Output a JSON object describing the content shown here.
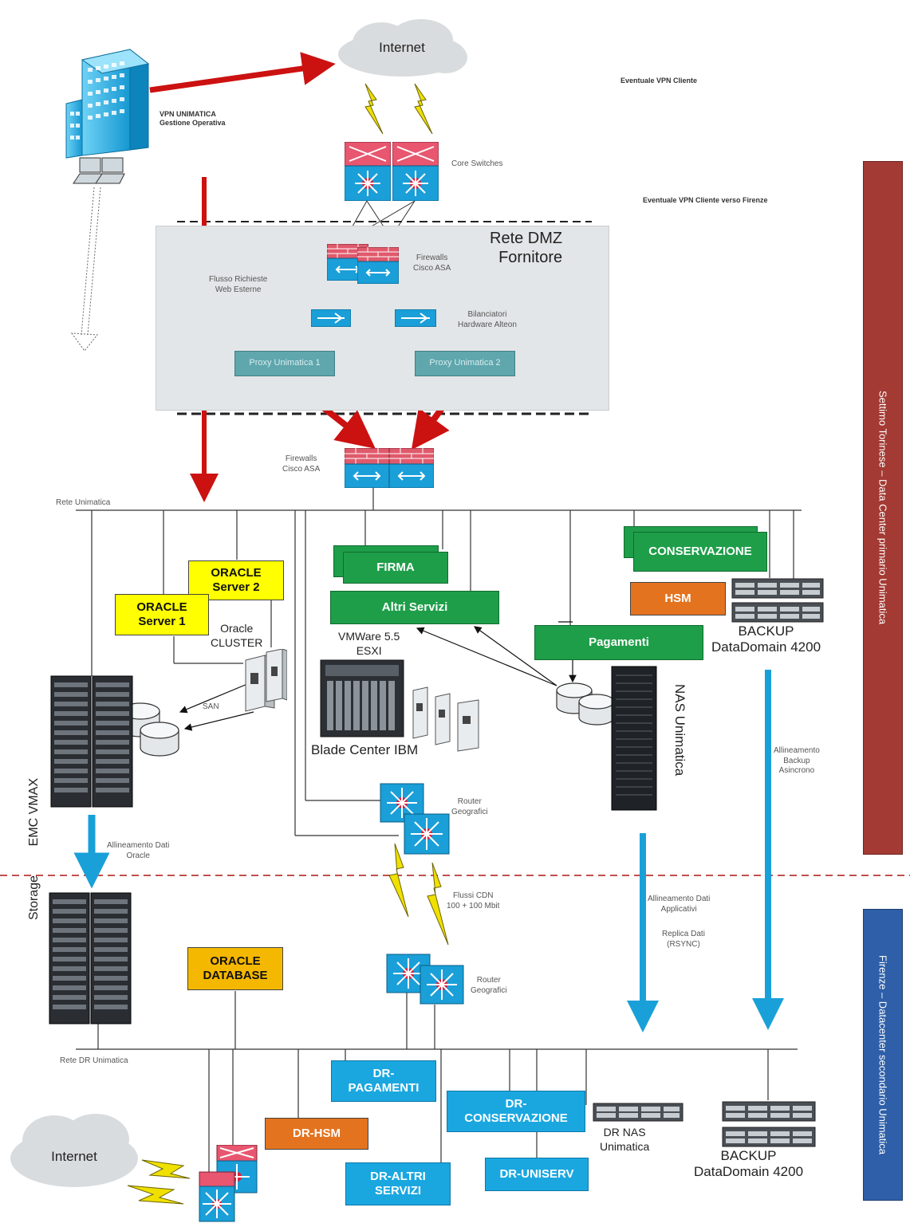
{
  "internet_top": "Internet",
  "internet_bottom": "Internet",
  "vpn_unimatica": "VPN UNIMATICA",
  "gestione_operativa": "Gestione Operativa",
  "vpn_cliente": "Eventuale VPN Cliente",
  "vpn_cliente_firenze": "Eventuale VPN Cliente verso Firenze",
  "core_switches": "Core Switches",
  "dmz_line1": "Rete DMZ",
  "dmz_line2": "Fornitore",
  "flusso_line1": "Flusso Richieste",
  "flusso_line2": "Web Esterne",
  "firewalls_dmz_line1": "Firewalls",
  "firewalls_dmz_line2": "Cisco ASA",
  "bilanciatori_line1": "Bilanciatori",
  "bilanciatori_line2": "Hardware Alteon",
  "proxy1": "Proxy Unimatica 1",
  "proxy2": "Proxy Unimatica 2",
  "firewalls_line1": "Firewalls",
  "firewalls_line2": "Cisco ASA",
  "rete_unimatica": "Rete Unimatica",
  "firma": "FIRMA",
  "altri_servizi": "Altri Servizi",
  "conservazione": "CONSERVAZIONE",
  "hsm": "HSM",
  "pagamenti": "Pagamenti",
  "backup_top": "BACKUP",
  "datadomain_top": "DataDomain 4200",
  "oracle1_line1": "ORACLE",
  "oracle1_line2": "Server 1",
  "oracle2_line1": "ORACLE",
  "oracle2_line2": "Server 2",
  "oracle_cluster_line1": "Oracle",
  "oracle_cluster_line2": "CLUSTER",
  "vmware_line1": "VMWare 5.5",
  "vmware_line2": "ESXI",
  "san": "SAN",
  "blade_center": "Blade Center IBM",
  "nas_unimatica": "NAS Unimatica",
  "emc_vmax": "EMC VMAX",
  "storage": "Storage",
  "router_geo_top_line1": "Router",
  "router_geo_top_line2": "Geografici",
  "allineamento_backup_line1": "Allineamento",
  "allineamento_backup_line2": "Backup",
  "allineamento_backup_line3": "Asincrono",
  "allineamento_oracle_line1": "Allineamento Dati",
  "allineamento_oracle_line2": "Oracle",
  "flussi_cdn_line1": "Flussi CDN",
  "flussi_cdn_line2": "100 + 100 Mbit",
  "allineamento_applicativi_line1": "Allineamento Dati",
  "allineamento_applicativi_line2": "Applicativi",
  "replica_line1": "Replica Dati",
  "replica_line2": "(RSYNC)",
  "oracle_db_line1": "ORACLE",
  "oracle_db_line2": "DATABASE",
  "router_geo_bottom_line1": "Router",
  "router_geo_bottom_line2": "Geografici",
  "rete_dr": "Rete DR Unimatica",
  "dr_pagamenti_line1": "DR-",
  "dr_pagamenti_line2": "PAGAMENTI",
  "dr_conservazione_line1": "DR-",
  "dr_conservazione_line2": "CONSERVAZIONE",
  "dr_hsm": "DR-HSM",
  "dr_altri_line1": "DR-ALTRI",
  "dr_altri_line2": "SERVIZI",
  "dr_uniserv": "DR-UNISERV",
  "dr_nas_line1": "DR NAS",
  "dr_nas_line2": "Unimatica",
  "backup_bottom": "BACKUP",
  "datadomain_bottom": "DataDomain 4200",
  "side_primary": "Settimo Torinese – Data Center primario Unimatica",
  "side_secondary": "Firenze – Datacenter secondario Unimatica",
  "colors": {
    "red_arrow": "#cc1111",
    "blue_arrow": "#1aa0d8",
    "green_box": "#1e9e49",
    "side_primary_bg": "#a33a33",
    "side_secondary_bg": "#2e5fa8"
  }
}
